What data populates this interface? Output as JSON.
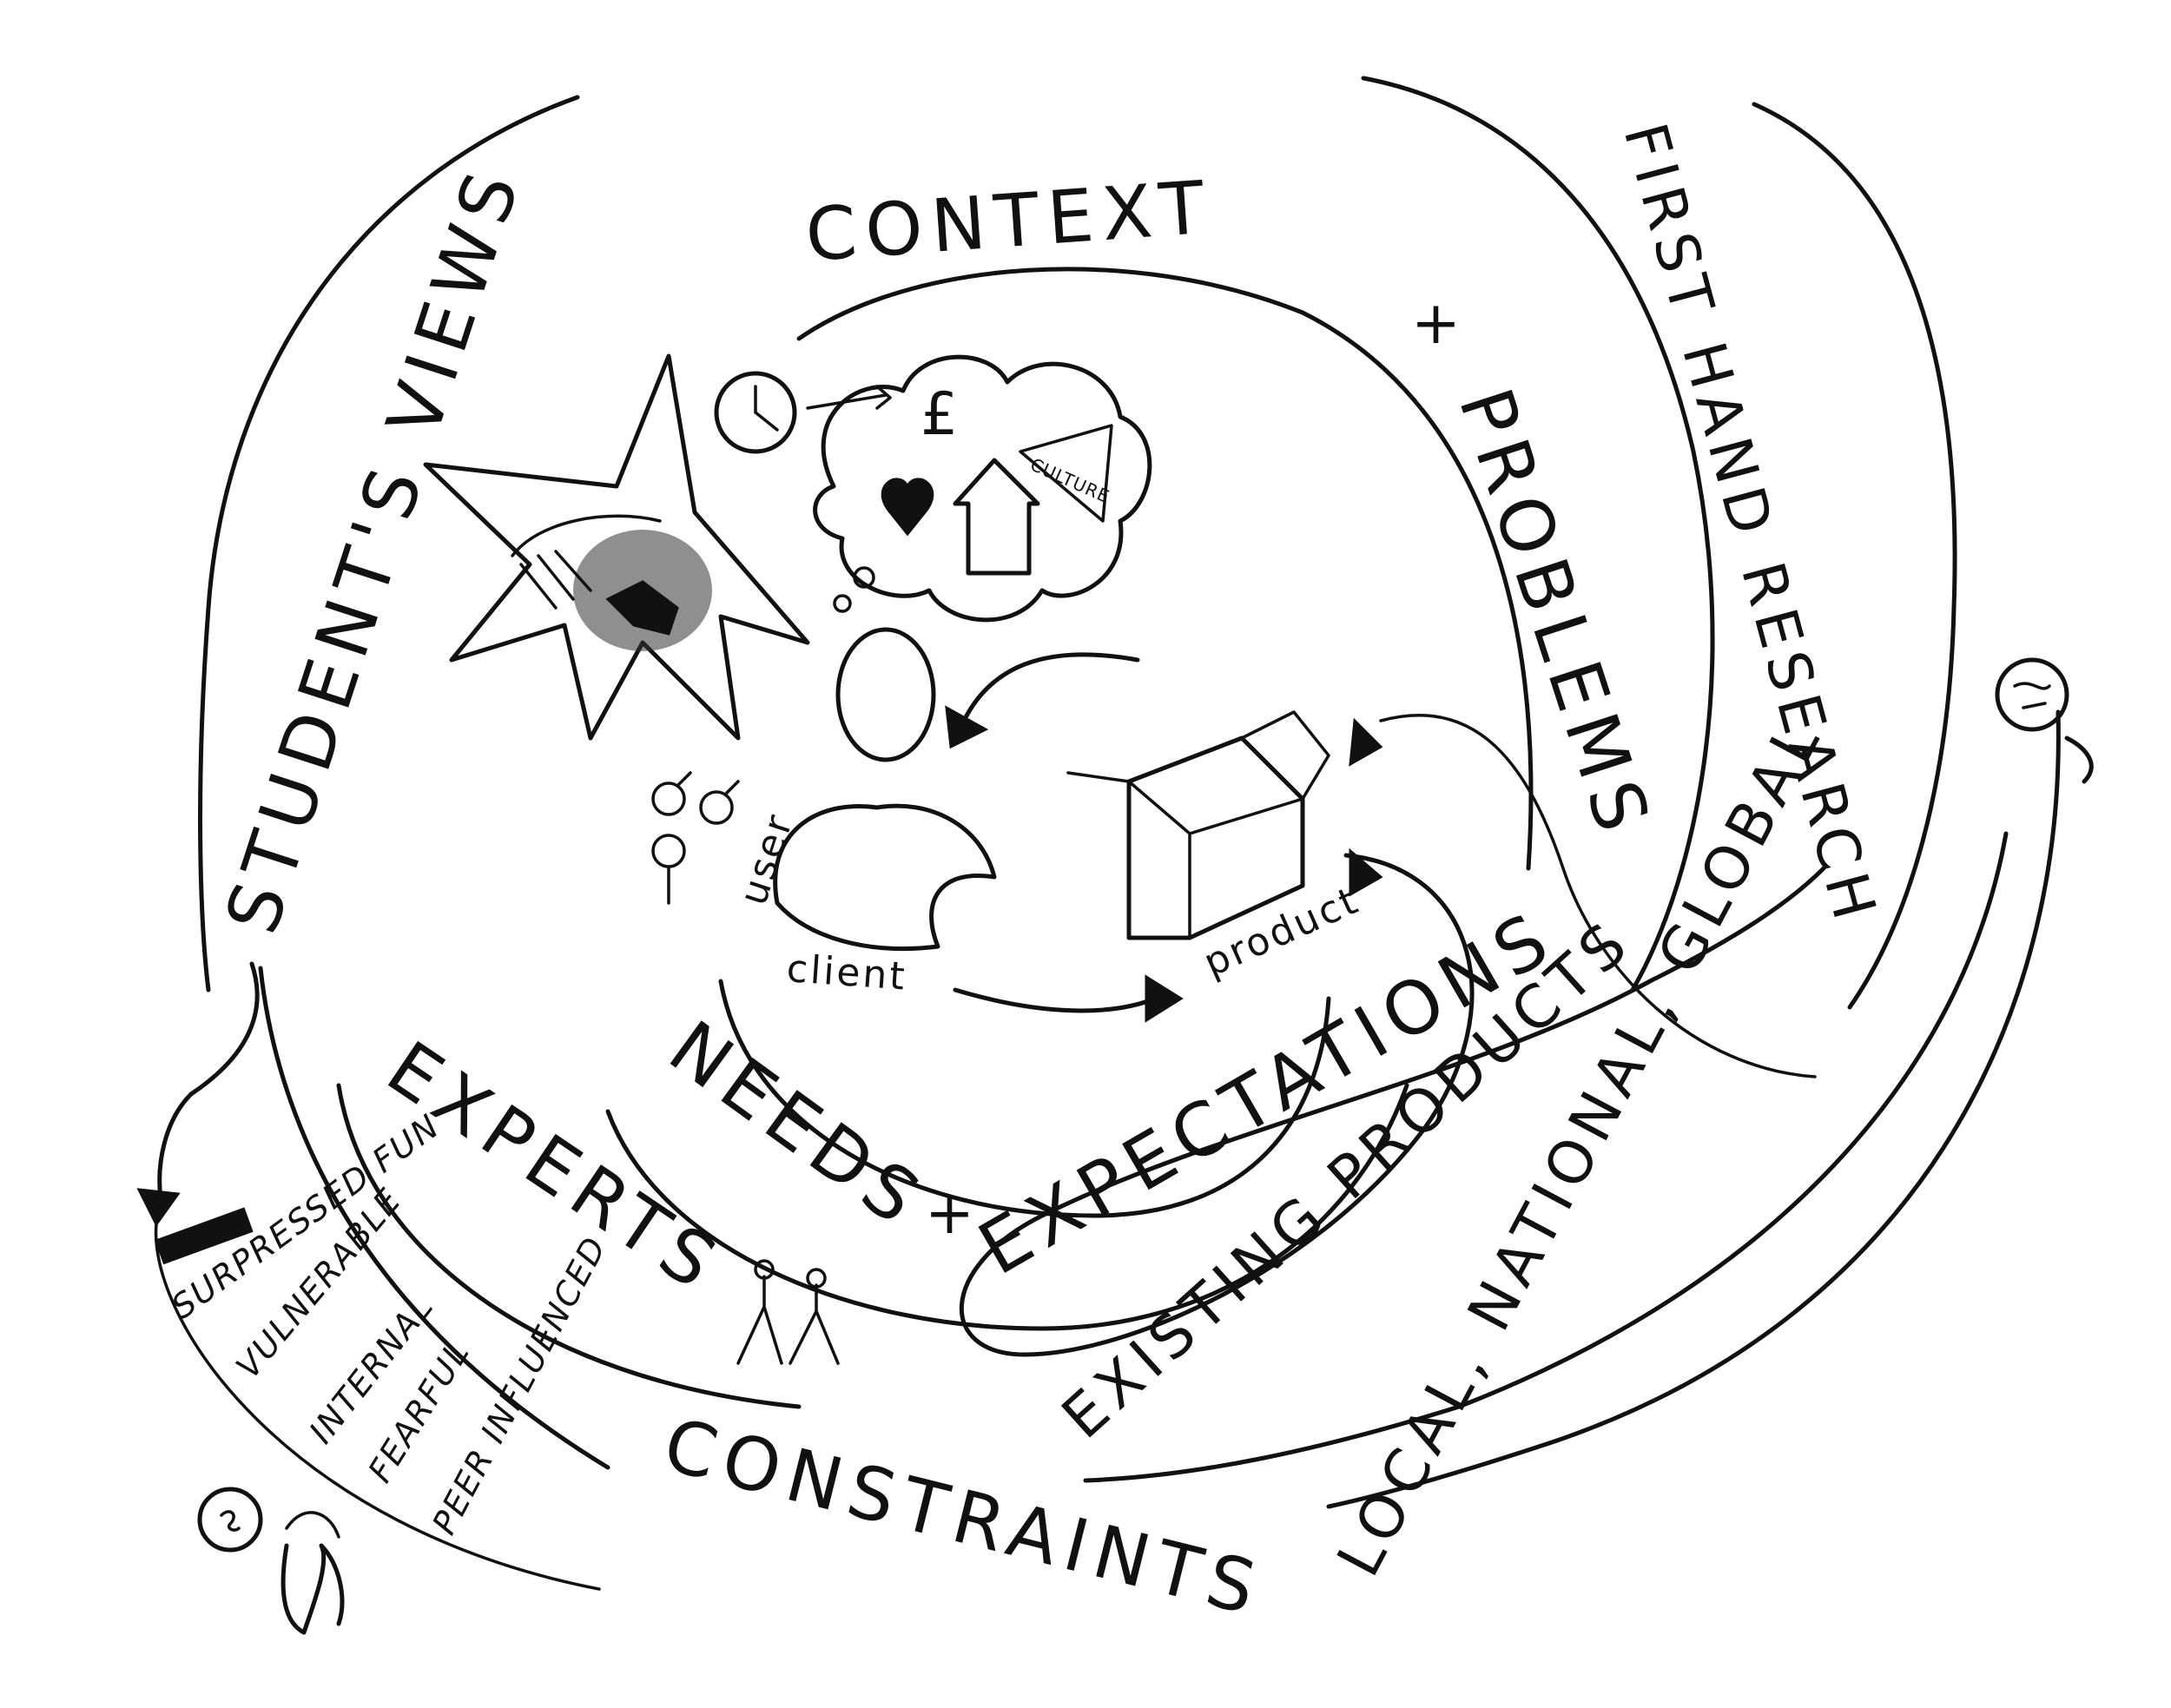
{
  "labels": {
    "context": "CONTEXT",
    "plus_1": "+",
    "problems": "PROBLEMS",
    "students_views": "STUDENT'S VIEWS",
    "first_hand_research": "FIRST HAND RESEARCH",
    "local_national_global": "LOCAL, NATIONAL, GLOBAL",
    "existing_products": "EXISTING PRODUCTS",
    "needs": "NEEDS",
    "plus_2": "+",
    "expectations": "EXPECTATIONS",
    "experts": "EXPERTS",
    "constraints": "CONSTRAINTS",
    "user": "user",
    "client": "client",
    "product": "product",
    "culture": "CULTURE",
    "currency": "£"
  },
  "student_traits": [
    "SURPRESSED FUN",
    "VULNERABLE",
    "INTERNAL",
    "FEARFUL",
    "PEER INFLUENCED"
  ],
  "icons": [
    "star-icon",
    "clock-icon",
    "thought-cloud-icon",
    "heart-icon",
    "house-icon",
    "pound-icon",
    "person-icon",
    "box-icon",
    "curved-arrow-icon",
    "gender-symbols-icon",
    "globe-icon",
    "faces-icon"
  ]
}
